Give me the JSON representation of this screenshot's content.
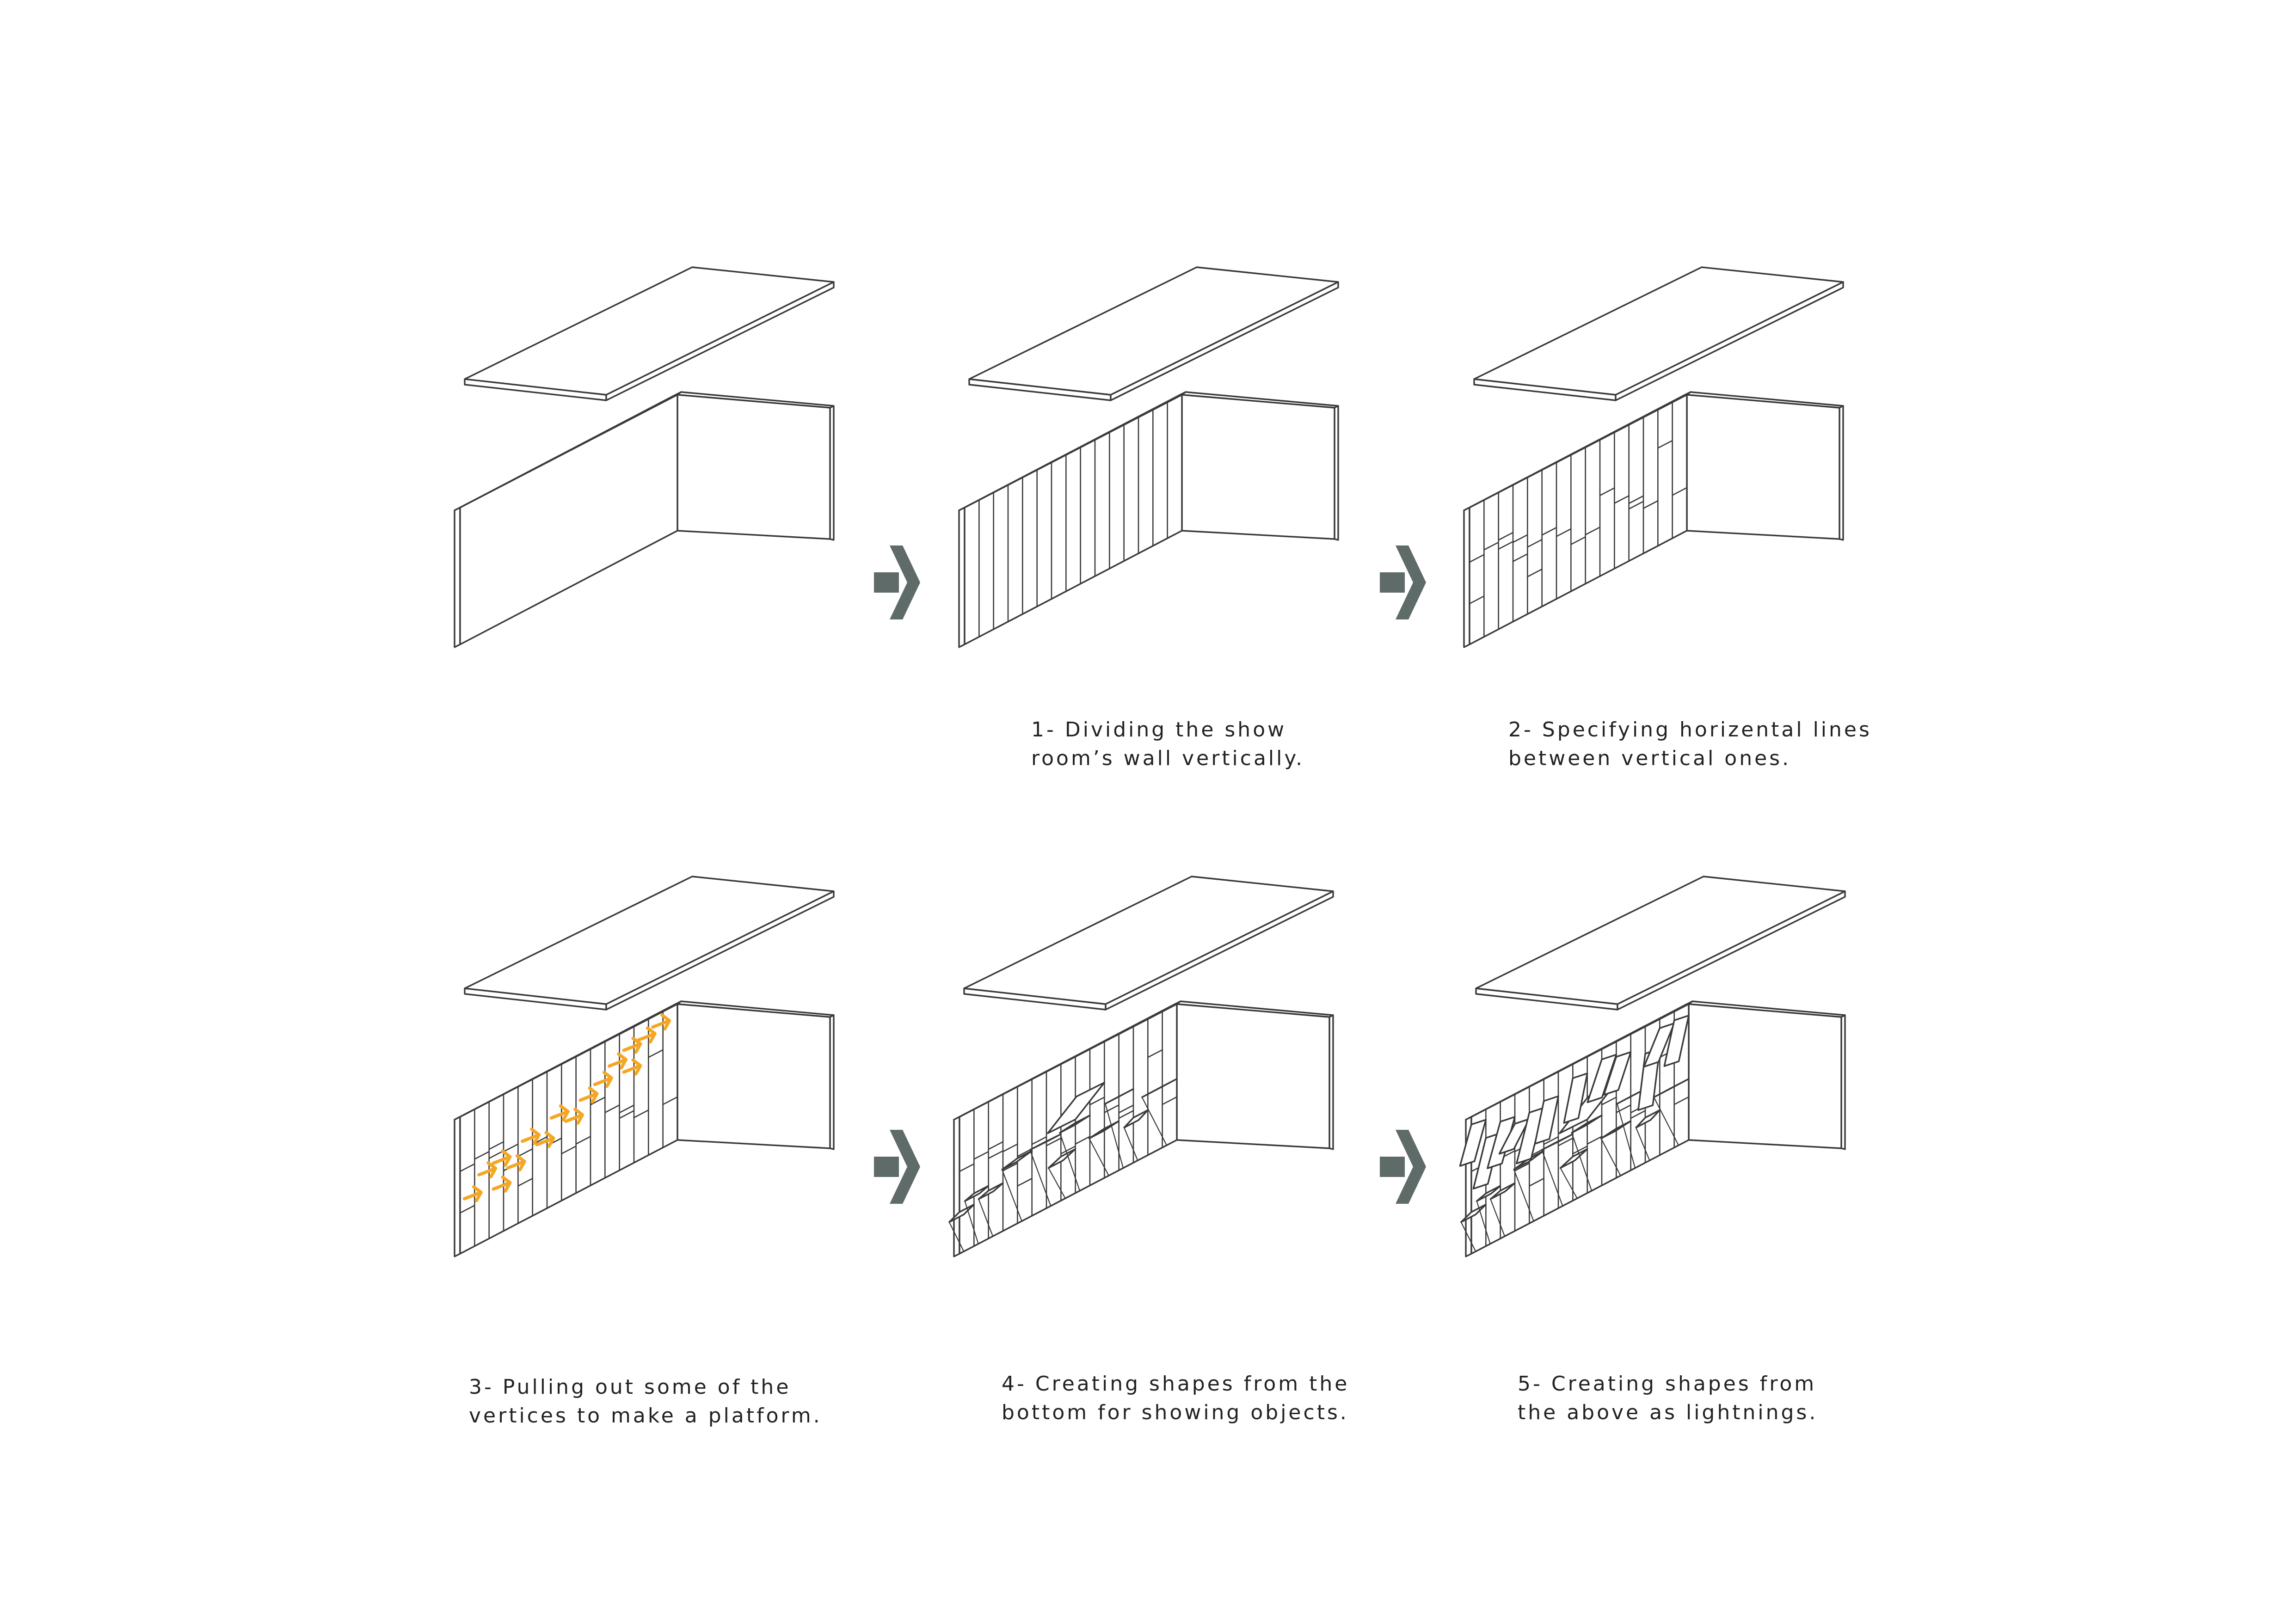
{
  "colors": {
    "line": "#3a3a3a",
    "arrow": "#5f6b69",
    "highlight": "#f5a623",
    "background": "#ffffff"
  },
  "steps": [
    {
      "id": "step-0",
      "lines": []
    },
    {
      "id": "step-1",
      "lines": [
        "1- Dividing the show",
        "room’s wall vertically."
      ]
    },
    {
      "id": "step-2",
      "lines": [
        "2- Specifying horizental lines",
        "between vertical ones."
      ]
    },
    {
      "id": "step-3",
      "lines": [
        "3- Pulling out some of the",
        "vertices to make a platform."
      ]
    },
    {
      "id": "step-4",
      "lines": [
        "4- Creating shapes from the",
        "bottom for showing objects."
      ]
    },
    {
      "id": "step-5",
      "lines": [
        "5- Creating shapes from",
        "the above as lightnings."
      ]
    }
  ],
  "arrows": [
    {
      "icon": "chevron-right-arrow-icon",
      "from": "step-0",
      "to": "step-1"
    },
    {
      "icon": "chevron-right-arrow-icon",
      "from": "step-1",
      "to": "step-2"
    },
    {
      "icon": "chevron-right-arrow-icon",
      "from": "step-3",
      "to": "step-4"
    },
    {
      "icon": "chevron-right-arrow-icon",
      "from": "step-4",
      "to": "step-5"
    }
  ]
}
